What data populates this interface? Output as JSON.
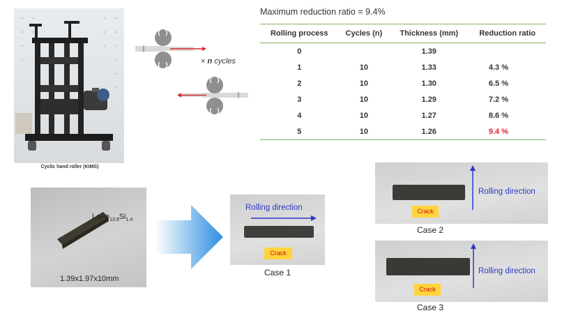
{
  "machine": {
    "caption": "Cyclic hand roller (KIMS)"
  },
  "schematic": {
    "cycles_prefix": "×",
    "cycles_n": "n",
    "cycles_word": "cycles"
  },
  "table": {
    "title": "Maximum reduction ratio = 9.4%",
    "headers": [
      "Rolling process",
      "Cycles (n)",
      "Thickness (mm)",
      "Reduction ratio"
    ],
    "rows": [
      [
        "0",
        "",
        "1.39",
        ""
      ],
      [
        "1",
        "10",
        "1.33",
        "4.3 %"
      ],
      [
        "2",
        "10",
        "1.30",
        "6.5 %"
      ],
      [
        "3",
        "10",
        "1.29",
        "7.2 %"
      ],
      [
        "4",
        "10",
        "1.27",
        "8.6 %"
      ],
      [
        "5",
        "10",
        "1.26",
        "9.4 %"
      ]
    ],
    "highlight_color": "#e0202a",
    "rule_color": "#7fb266"
  },
  "sample": {
    "formula_base": "LaFe",
    "formula_sub1": "13.9",
    "formula_mid": "Si",
    "formula_sub2": "1.4",
    "dimensions": "1.39x1.97x10mm"
  },
  "cases": {
    "case1": {
      "direction_label": "Rolling direction",
      "crack_label": "Crack",
      "caption": "Case 1"
    },
    "case2": {
      "direction_label": "Rolling direction",
      "crack_label": "Crack",
      "caption": "Case 2"
    },
    "case3": {
      "direction_label": "Rolling direction",
      "crack_label": "Crack",
      "caption": "Case 3"
    }
  },
  "colors": {
    "direction_blue": "#2b39c7",
    "crack_fill": "#ffd43b",
    "crack_text": "#cc1111",
    "arrow_blue": "#2f8fe0"
  }
}
